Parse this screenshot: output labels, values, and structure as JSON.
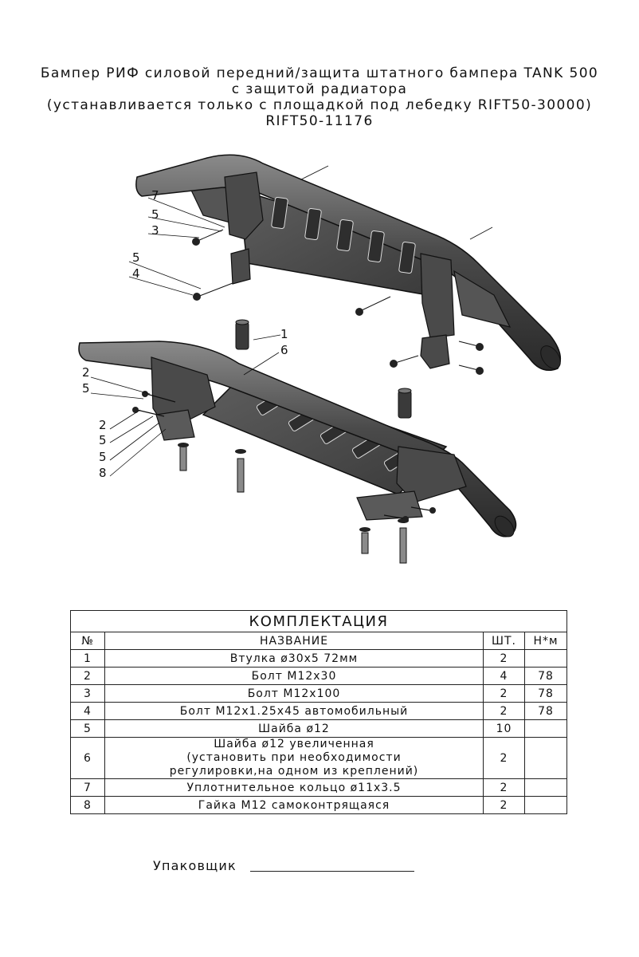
{
  "header": {
    "line1": "Бампер РИФ силовой передний/защита штатного бампера TANK 500",
    "line2": "с защитой радиатора",
    "line3": "(устанавливается только с площадкой под лебедку RIFT50-30000)",
    "line4": "RIFT50-11176"
  },
  "drawing": {
    "callouts_top": [
      "7",
      "5",
      "3",
      "5",
      "4"
    ],
    "callouts_bottom": [
      "1",
      "6",
      "2",
      "5",
      "2",
      "5",
      "5",
      "8"
    ]
  },
  "table": {
    "caption": "КОМПЛЕКТАЦИЯ",
    "headers": {
      "num": "№",
      "name": "НАЗВАНИЕ",
      "qty": "ШТ.",
      "torque": "Н*м"
    },
    "rows": [
      {
        "num": "1",
        "name": "Втулка ø30x5 72мм",
        "qty": "2",
        "torque": ""
      },
      {
        "num": "2",
        "name": "Болт М12x30",
        "qty": "4",
        "torque": "78"
      },
      {
        "num": "3",
        "name": "Болт М12x100",
        "qty": "2",
        "torque": "78"
      },
      {
        "num": "4",
        "name": "Болт М12x1.25x45 автомобильный",
        "qty": "2",
        "torque": "78"
      },
      {
        "num": "5",
        "name": "Шайба ø12",
        "qty": "10",
        "torque": ""
      },
      {
        "num": "6",
        "name_lines": [
          "Шайба ø12 увеличенная",
          "(установить при необходимости",
          "регулировки,на одном из креплений)"
        ],
        "qty": "2",
        "torque": ""
      },
      {
        "num": "7",
        "name": "Уплотнительное кольцо ø11x3.5",
        "qty": "2",
        "torque": ""
      },
      {
        "num": "8",
        "name": "Гайка М12 самоконтрящаяся",
        "qty": "2",
        "torque": ""
      }
    ]
  },
  "footer": {
    "packer_label": "Упаковщик"
  },
  "colors": {
    "metal_dark": "#3a3a3a",
    "metal_mid": "#5a5a5a",
    "metal_light": "#8a8a8a",
    "line": "#111111"
  }
}
